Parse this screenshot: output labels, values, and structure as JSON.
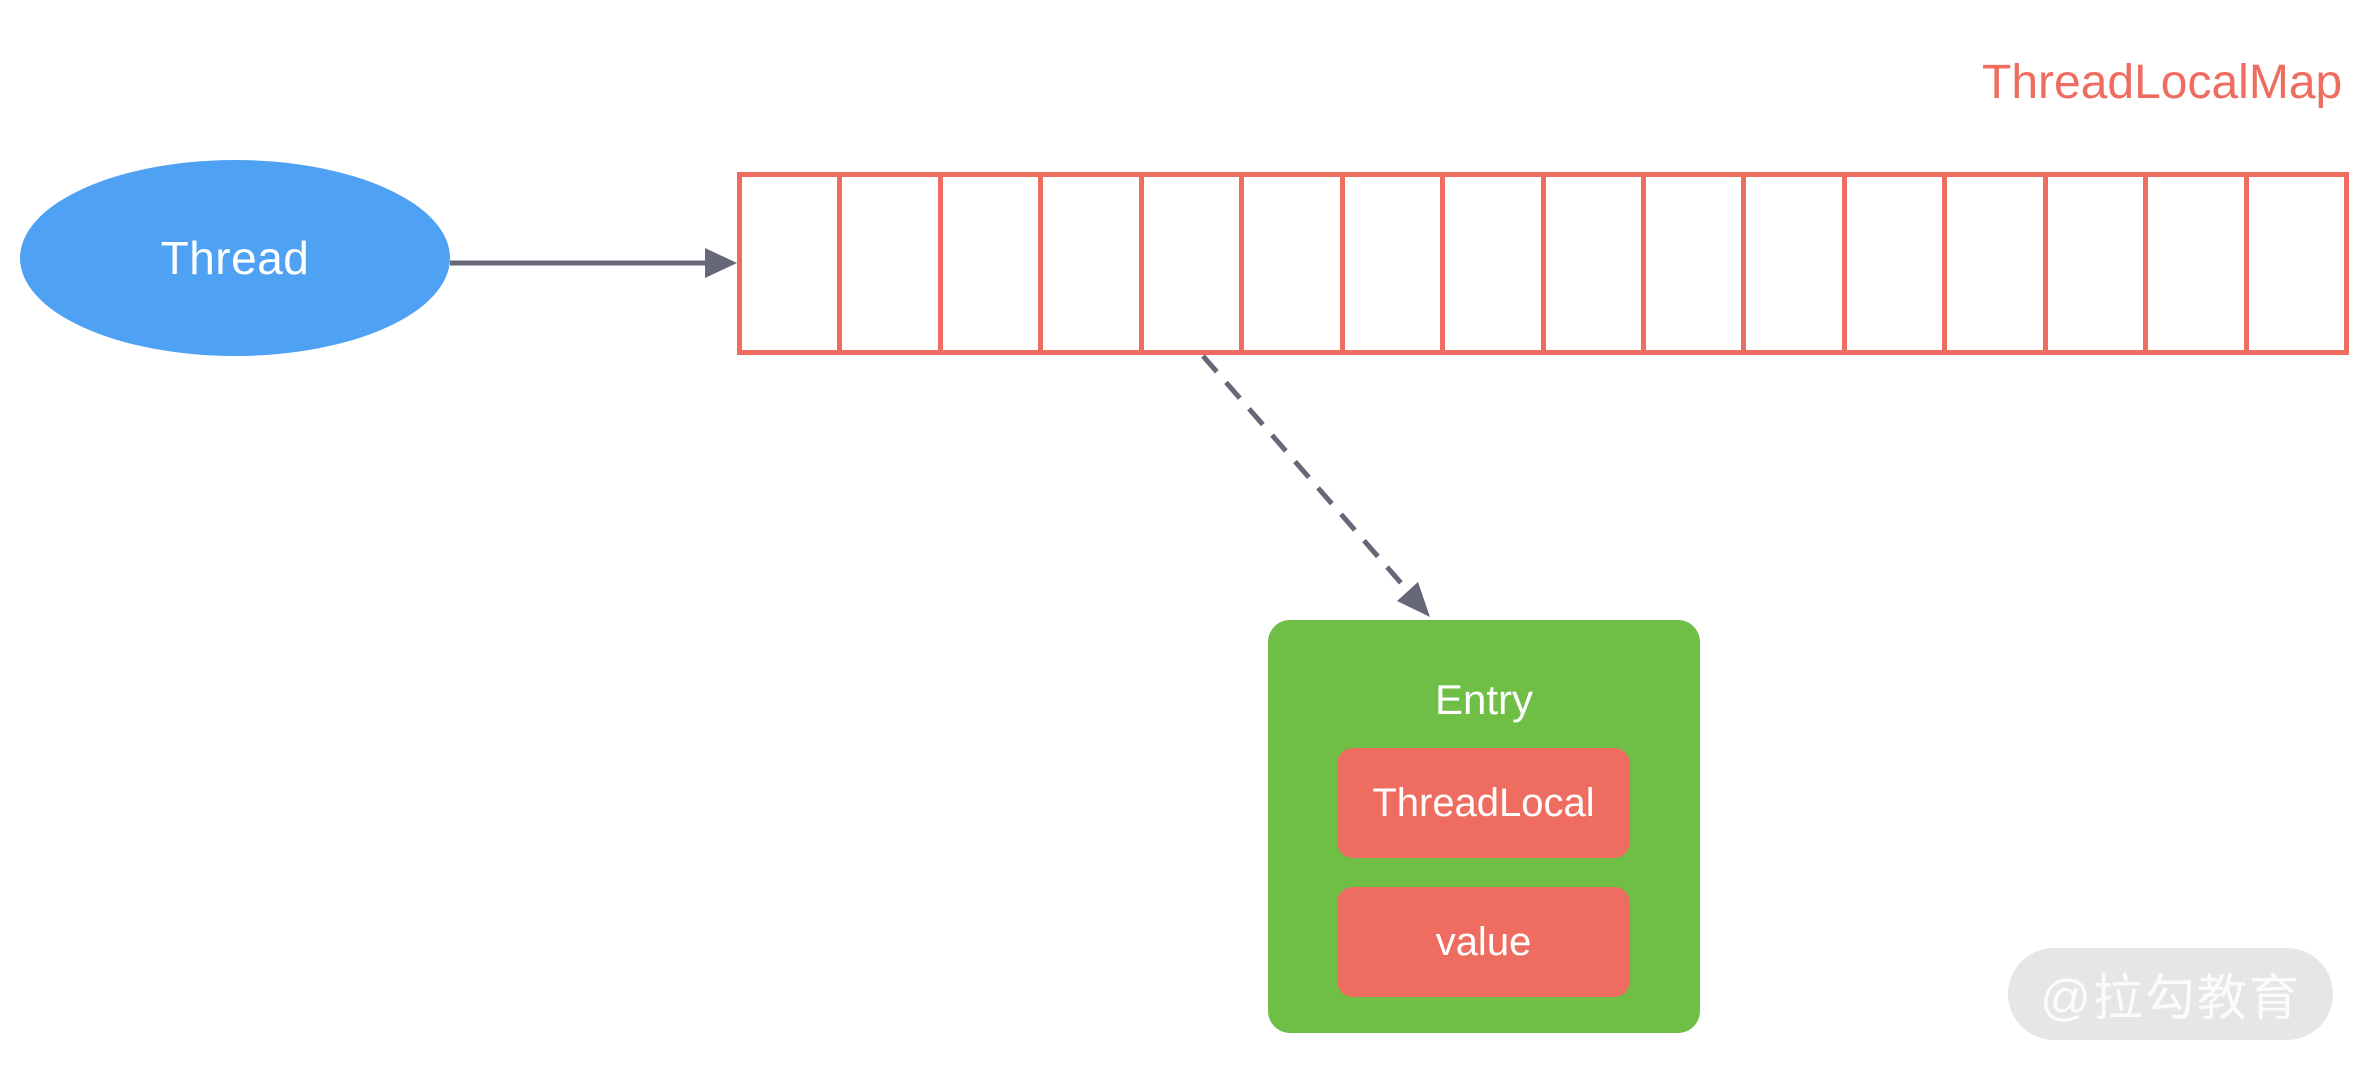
{
  "diagram": {
    "title_label": "ThreadLocalMap",
    "thread": {
      "label": "Thread"
    },
    "bucket_array": {
      "cell_count": 16
    },
    "entry": {
      "label": "Entry",
      "key_label": "ThreadLocal",
      "value_label": "value"
    },
    "watermark_text": "@拉勾教育"
  },
  "colors": {
    "thread_fill": "#4EA1F3",
    "accent_salmon": "#EE6D60",
    "entry_green": "#6FBE45",
    "arrow_gray": "#66687A",
    "watermark_bg": "#E6E6E6",
    "watermark_text": "#FBFBFB",
    "text_on_fill": "#FFFFFF"
  }
}
